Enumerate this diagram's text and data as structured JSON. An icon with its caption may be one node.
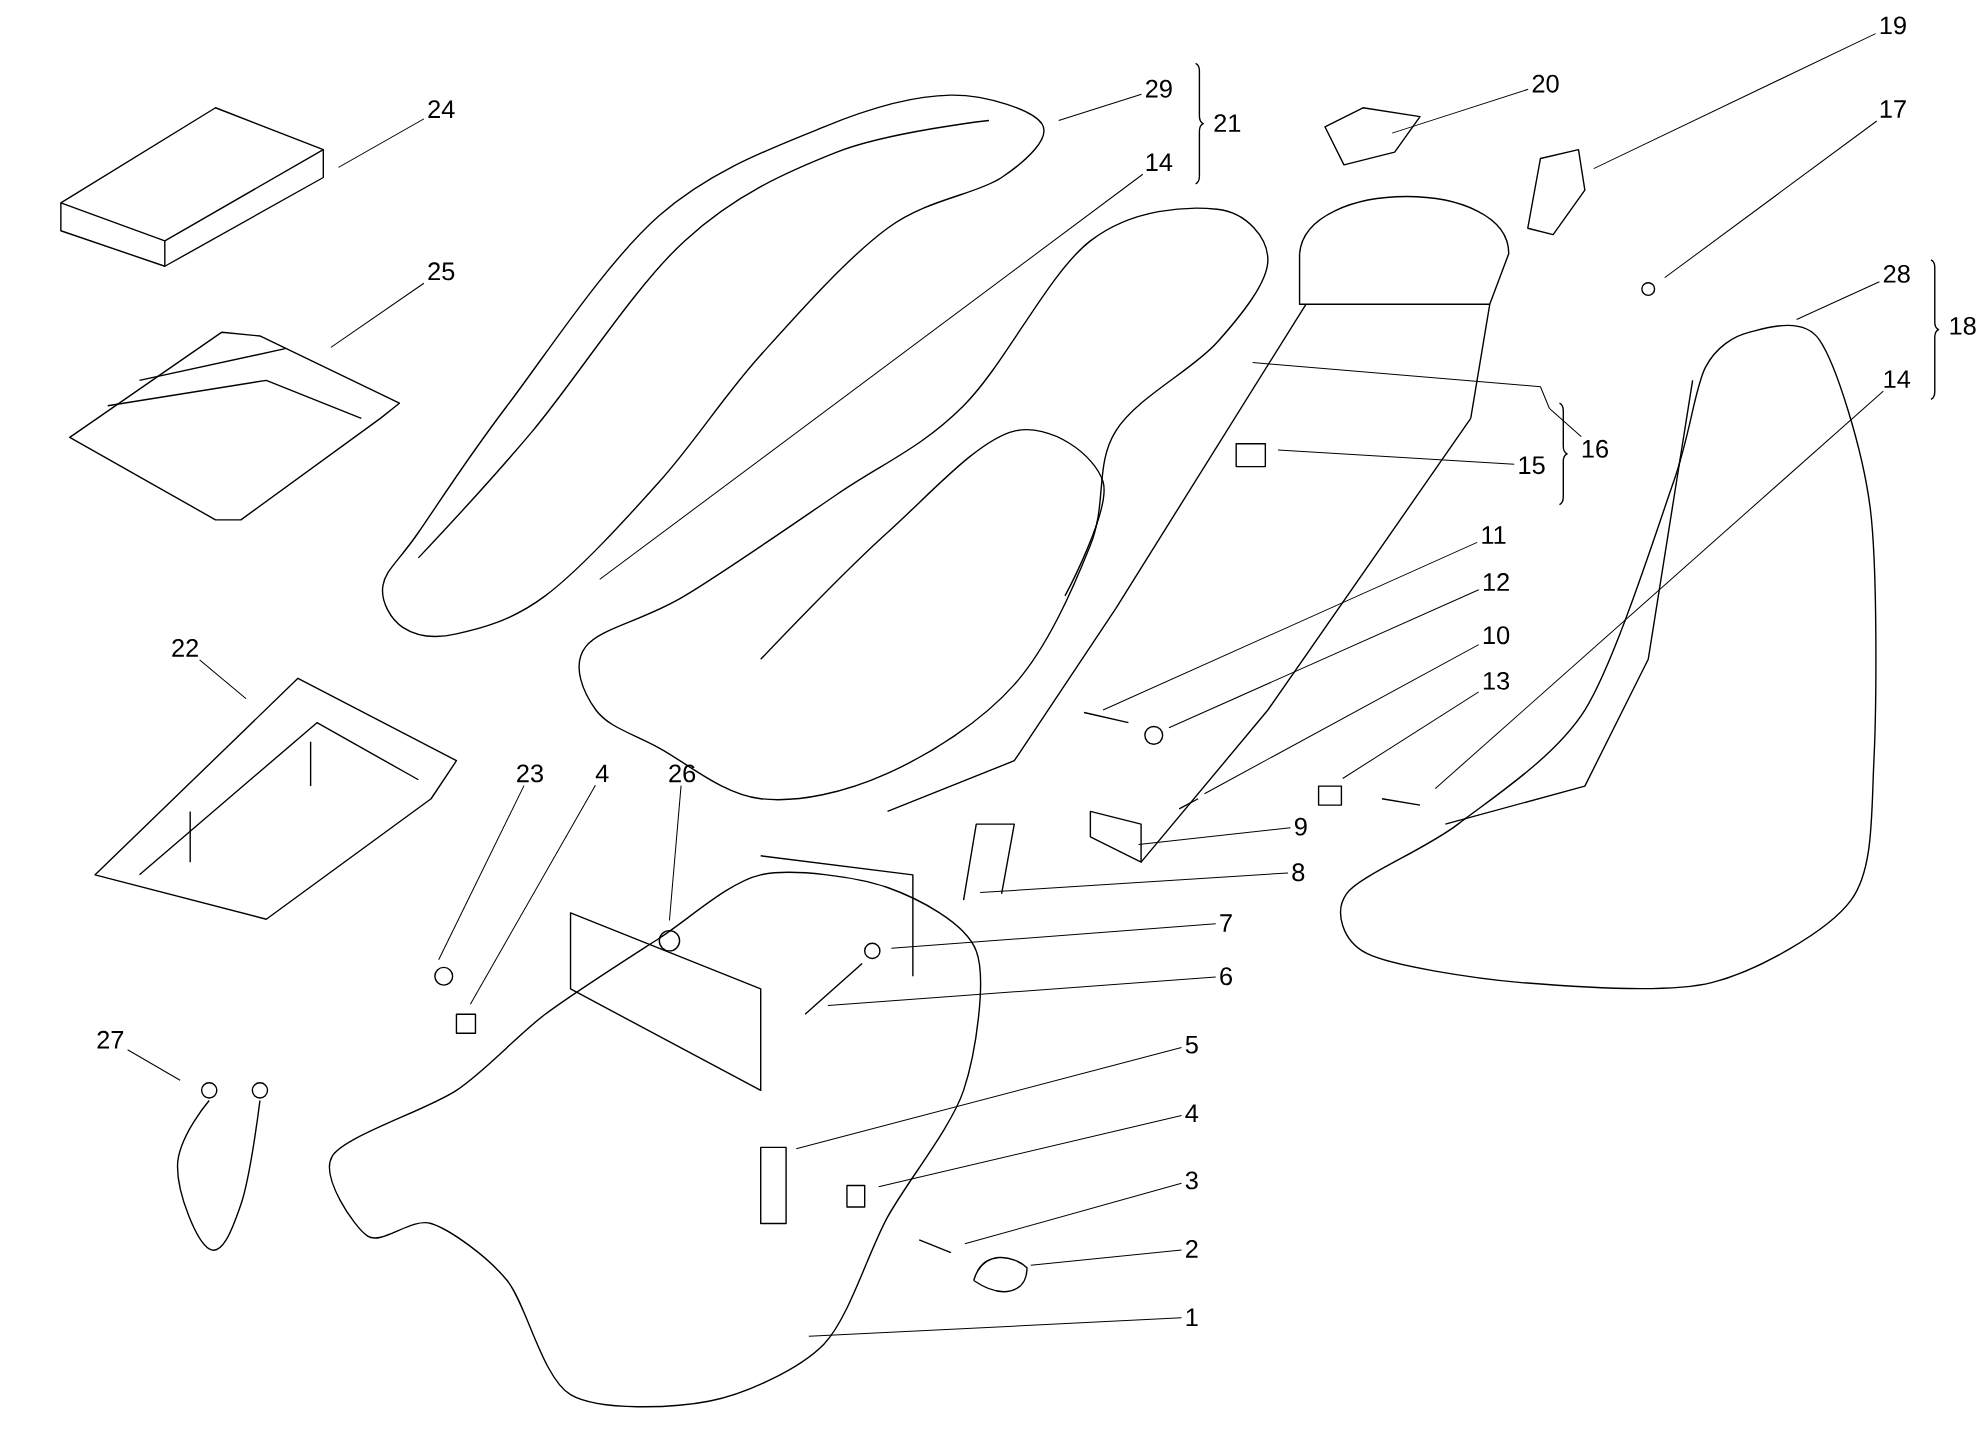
{
  "diagram": {
    "nodes": [
      {
        "text": [
          "19"
        ]
      },
      {
        "text": [
          "24"
        ]
      },
      {
        "text": [
          "20"
        ]
      },
      {
        "text": [
          "29"
        ]
      },
      {
        "text": [
          "14"
        ]
      },
      {
        "text": [
          "17"
        ]
      },
      {
        "text": [
          "25"
        ]
      },
      {
        "text": [
          "28"
        ]
      },
      {
        "text": [
          "14"
        ]
      },
      {
        "text": [
          "16"
        ]
      },
      {
        "text": [
          "15"
        ]
      },
      {
        "text": [
          "11"
        ]
      },
      {
        "text": [
          "12"
        ]
      },
      {
        "text": [
          "10"
        ]
      },
      {
        "text": [
          "22"
        ]
      },
      {
        "text": [
          "13"
        ]
      },
      {
        "text": [
          "23"
        ]
      },
      {
        "text": [
          "4"
        ]
      },
      {
        "text": [
          "26"
        ]
      },
      {
        "text": [
          "9"
        ]
      },
      {
        "text": [
          "8"
        ]
      },
      {
        "text": [
          "7"
        ]
      },
      {
        "text": [
          "6"
        ]
      },
      {
        "text": [
          "27"
        ]
      },
      {
        "text": [
          "5"
        ]
      },
      {
        "text": [
          "4"
        ]
      },
      {
        "text": [
          "3"
        ]
      },
      {
        "text": [
          "2"
        ]
      },
      {
        "text": [
          "1"
        ]
      }
    ],
    "edges": [
      {
        "from": 0,
        "to": null,
        "arrow": "none"
      },
      {
        "from": 1,
        "to": null,
        "arrow": "none"
      },
      {
        "from": 2,
        "to": null,
        "arrow": "none"
      },
      {
        "from": 3,
        "to": null,
        "arrow": "none"
      },
      {
        "from": 4,
        "to": null,
        "arrow": "none"
      },
      {
        "from": 5,
        "to": null,
        "arrow": "none"
      },
      {
        "from": 6,
        "to": null,
        "arrow": "none"
      },
      {
        "from": 7,
        "to": null,
        "arrow": "none"
      },
      {
        "from": 8,
        "to": null,
        "arrow": "none"
      },
      {
        "from": 9,
        "to": null,
        "arrow": "none"
      },
      {
        "from": 10,
        "to": null,
        "arrow": "none"
      },
      {
        "from": 11,
        "to": null,
        "arrow": "none"
      },
      {
        "from": 12,
        "to": null,
        "arrow": "none"
      },
      {
        "from": 13,
        "to": null,
        "arrow": "none"
      },
      {
        "from": 14,
        "to": null,
        "arrow": "none"
      },
      {
        "from": 15,
        "to": null,
        "arrow": "none"
      },
      {
        "from": 16,
        "to": null,
        "arrow": "none"
      },
      {
        "from": 17,
        "to": null,
        "arrow": "none"
      },
      {
        "from": 18,
        "to": null,
        "arrow": "none"
      },
      {
        "from": 19,
        "to": null,
        "arrow": "none"
      },
      {
        "from": 20,
        "to": null,
        "arrow": "none"
      },
      {
        "from": 21,
        "to": null,
        "arrow": "none"
      },
      {
        "from": 22,
        "to": null,
        "arrow": "none"
      },
      {
        "from": 23,
        "to": null,
        "arrow": "none"
      },
      {
        "from": 24,
        "to": null,
        "arrow": "none"
      },
      {
        "from": 25,
        "to": null,
        "arrow": "none"
      },
      {
        "from": 26,
        "to": null,
        "arrow": "none"
      },
      {
        "from": 27,
        "to": null,
        "arrow": "none"
      },
      {
        "from": 28,
        "to": null,
        "arrow": "none"
      }
    ],
    "labels": [
      "21",
      "18"
    ]
  }
}
